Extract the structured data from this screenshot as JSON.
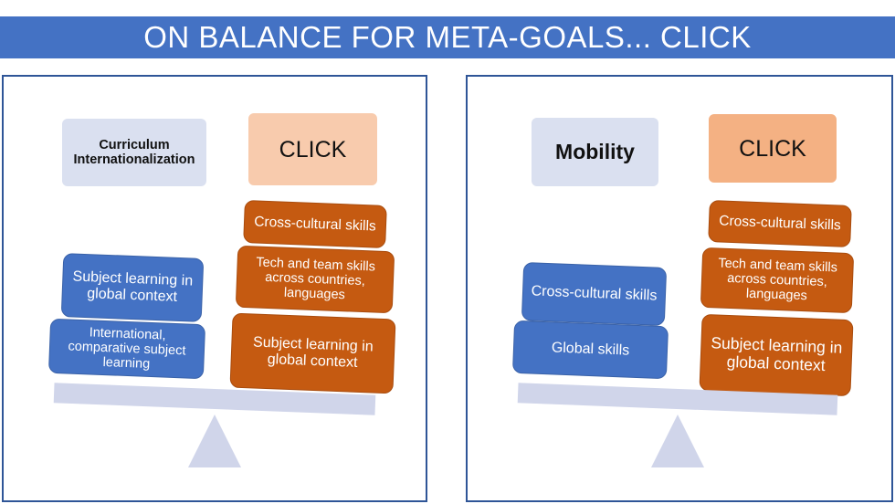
{
  "title": "ON BALANCE FOR META-GOALS... CLICK",
  "left": {
    "header_left": "Curriculum Internationalization",
    "header_right": "CLICK",
    "blue_items": [
      "Subject learning in global context",
      "International, comparative subject learning"
    ],
    "orange_items": [
      "Cross-cultural skills",
      "Tech and team skills across countries, languages",
      "Subject learning in global context"
    ]
  },
  "right": {
    "header_left": "Mobility",
    "header_right": "CLICK",
    "blue_items": [
      "Cross-cultural skills",
      "Global skills"
    ],
    "orange_items": [
      "Cross-cultural skills",
      "Tech and team skills across countries, languages",
      "Subject learning in global context"
    ]
  },
  "colors": {
    "title_bar": "#4472c4",
    "panel_border": "#2f5597",
    "blue_box": "#4472c4",
    "orange_box": "#c55a11",
    "header_lavender": "#dae0f0",
    "header_peach": "#f8cbad",
    "scale": "#d0d5ea"
  }
}
